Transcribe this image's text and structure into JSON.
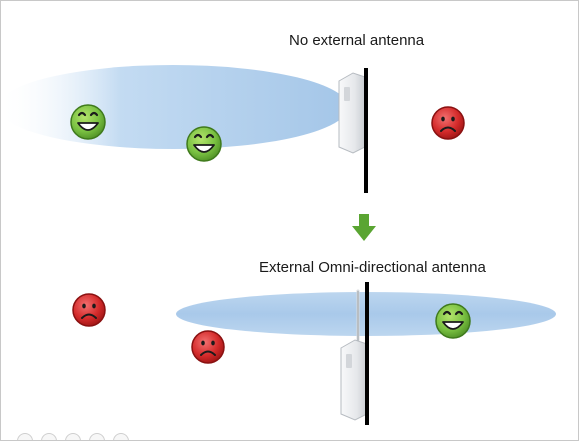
{
  "scenarios": [
    {
      "caption": "No external antenna",
      "antenna": "none",
      "coverage": "one-sided",
      "happy_count": 2,
      "sad_count": 1
    },
    {
      "caption": "External Omni-directional antenna",
      "antenna": "omni-directional",
      "coverage": "both-sides",
      "happy_count": 1,
      "sad_count": 2
    }
  ],
  "arrow": {
    "direction": "down",
    "color": "#5aa532"
  },
  "colors": {
    "coverage": "#a9c9ea",
    "wall": "#000000",
    "happy_face": "#7ac142",
    "sad_face": "#d42b2b",
    "device": "#e9ebee"
  },
  "icons": [
    "happy-face-icon",
    "sad-face-icon",
    "access-point-icon",
    "wall-divider",
    "down-arrow-icon"
  ]
}
